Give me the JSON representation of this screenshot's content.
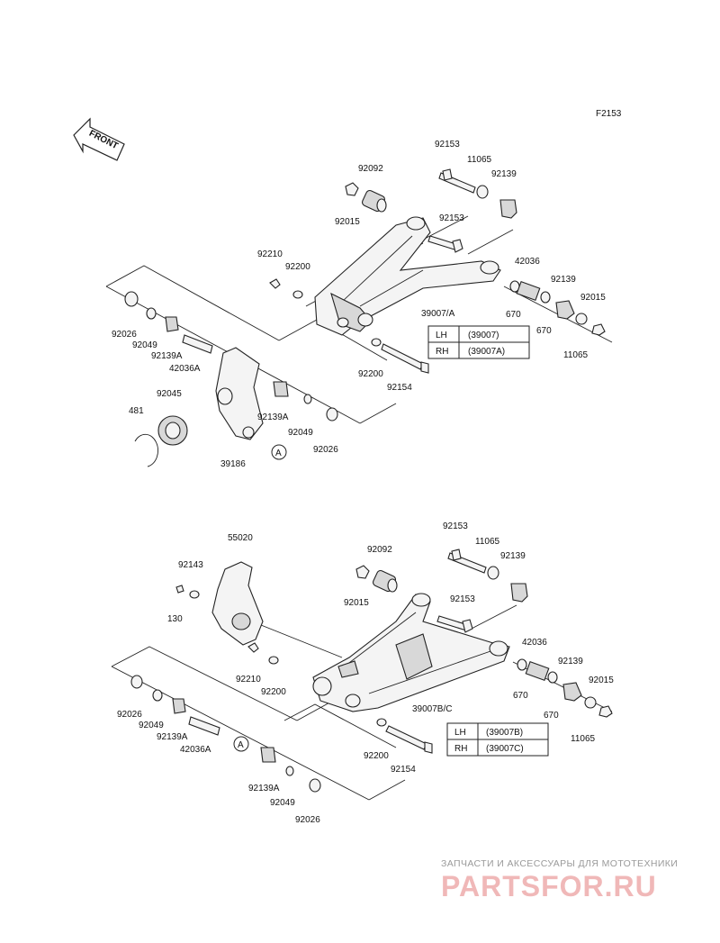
{
  "figure_code": "F2153",
  "front_label": "FRONT",
  "upper": {
    "labels": {
      "p92153a": "92153",
      "p11065a": "11065",
      "p92139a": "92139",
      "p92092": "92092",
      "p92015a": "92015",
      "p92153b": "92153",
      "p92210": "92210",
      "p92200a": "92200",
      "p42036": "42036",
      "p92139b": "92139",
      "p92015b": "92015",
      "p670a": "670",
      "p670b": "670",
      "p11065b": "11065",
      "p39007": "39007/A",
      "p92026a": "92026",
      "p92049a": "92049",
      "p92139Aa": "92139A",
      "p42036A": "42036A",
      "p92045": "92045",
      "p481": "481",
      "p92139Ab": "92139A",
      "p92049b": "92049",
      "p92026b": "92026",
      "p39186": "39186",
      "p92200b": "92200",
      "p92154": "92154",
      "circleA": "A"
    },
    "table": {
      "rows": [
        {
          "side": "LH",
          "part": "(39007)"
        },
        {
          "side": "RH",
          "part": "(39007A)"
        }
      ]
    }
  },
  "lower": {
    "labels": {
      "p55020": "55020",
      "p92143": "92143",
      "p130": "130",
      "p92153a": "92153",
      "p11065a": "11065",
      "p92139a": "92139",
      "p92092": "92092",
      "p92015a": "92015",
      "p92153b": "92153",
      "p42036": "42036",
      "p92139b": "92139",
      "p92015b": "92015",
      "p670a": "670",
      "p670b": "670",
      "p11065b": "11065",
      "p39007BC": "39007B/C",
      "p92210": "92210",
      "p92200a": "92200",
      "p92026a": "92026",
      "p92049a": "92049",
      "p92139Aa": "92139A",
      "p42036A": "42036A",
      "circleA": "A",
      "p92139Ab": "92139A",
      "p92049b": "92049",
      "p92026b": "92026",
      "p92200b": "92200",
      "p92154": "92154"
    },
    "table": {
      "rows": [
        {
          "side": "LH",
          "part": "(39007B)"
        },
        {
          "side": "RH",
          "part": "(39007C)"
        }
      ]
    }
  },
  "watermark": {
    "tagline": "ЗАПЧАСТИ И АКСЕССУАРЫ ДЛЯ МОТОТЕХНИКИ",
    "logo": "PARTSFOR.RU"
  }
}
